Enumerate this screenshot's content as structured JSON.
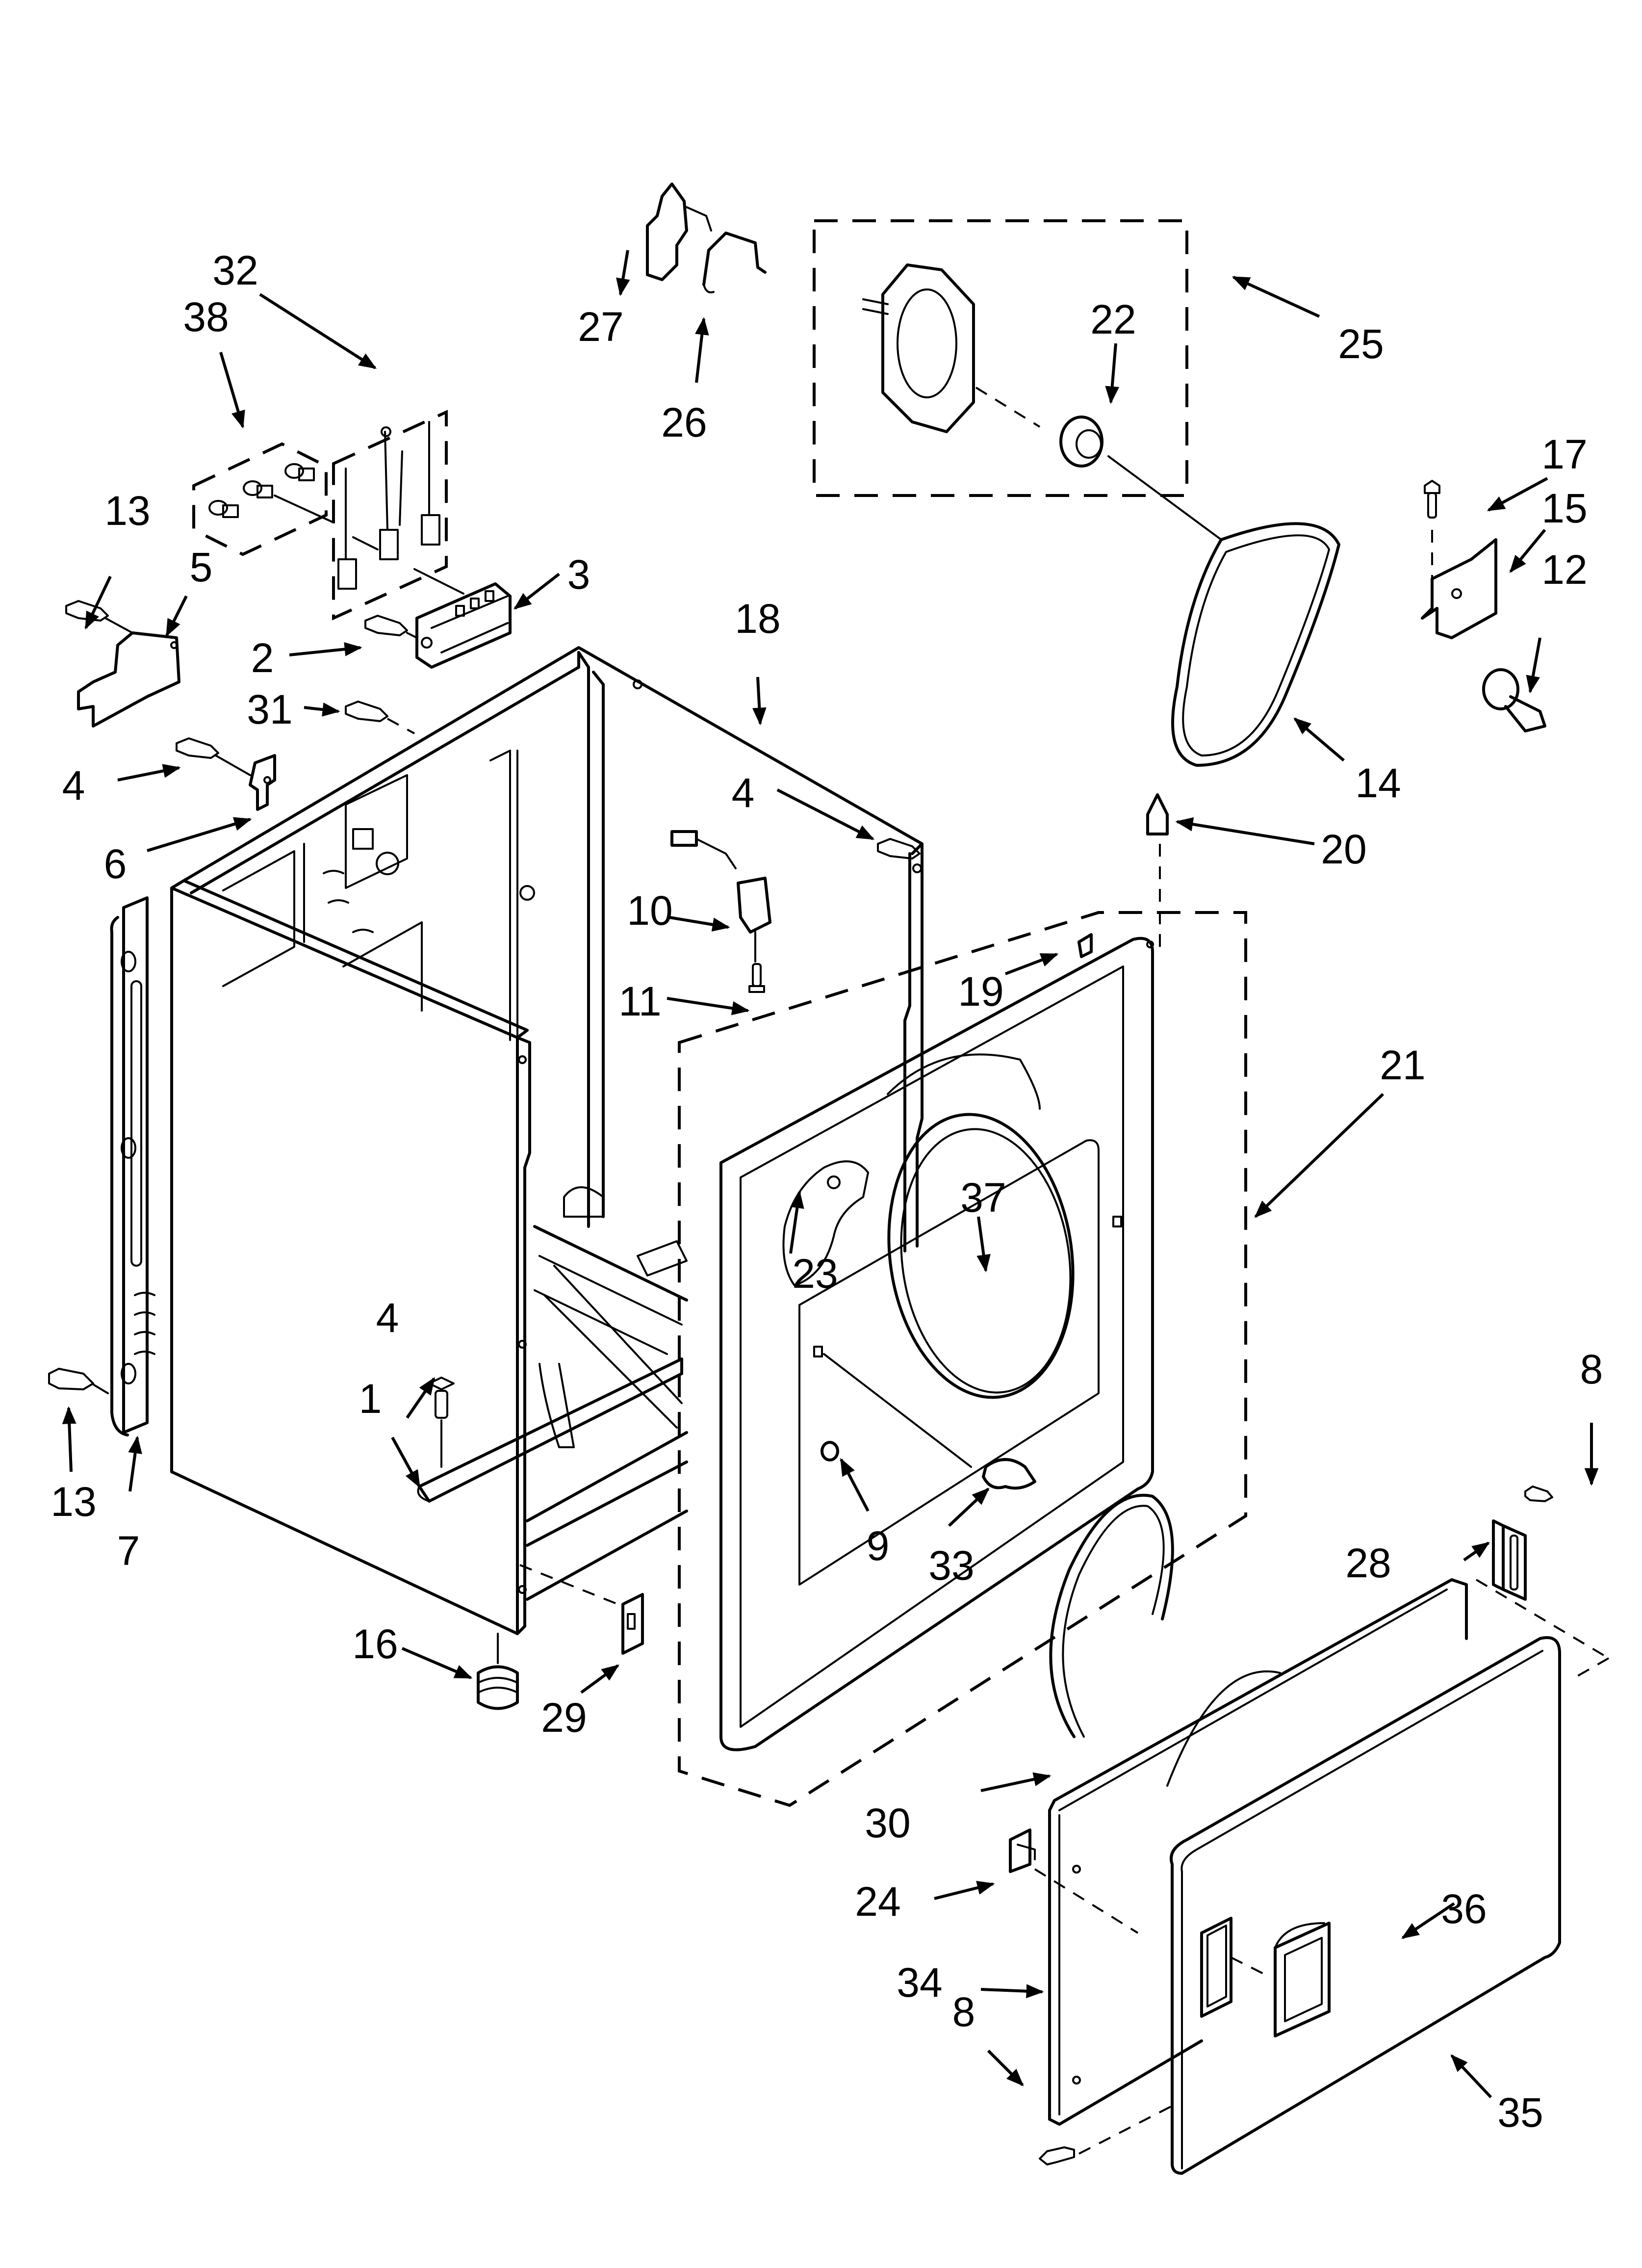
{
  "diagram": {
    "type": "exploded parts diagram",
    "subject": "Clothes dryer cabinet assembly",
    "callouts": [
      {
        "id": "c1",
        "label": "1"
      },
      {
        "id": "c2",
        "label": "2"
      },
      {
        "id": "c3",
        "label": "3"
      },
      {
        "id": "c4a",
        "label": "4"
      },
      {
        "id": "c4b",
        "label": "4"
      },
      {
        "id": "c4c",
        "label": "4"
      },
      {
        "id": "c5",
        "label": "5"
      },
      {
        "id": "c6",
        "label": "6"
      },
      {
        "id": "c7",
        "label": "7"
      },
      {
        "id": "c8a",
        "label": "8"
      },
      {
        "id": "c8b",
        "label": "8"
      },
      {
        "id": "c9",
        "label": "9"
      },
      {
        "id": "c10",
        "label": "10"
      },
      {
        "id": "c11",
        "label": "11"
      },
      {
        "id": "c12",
        "label": "12"
      },
      {
        "id": "c13a",
        "label": "13"
      },
      {
        "id": "c13b",
        "label": "13"
      },
      {
        "id": "c14",
        "label": "14"
      },
      {
        "id": "c15",
        "label": "15"
      },
      {
        "id": "c16",
        "label": "16"
      },
      {
        "id": "c17",
        "label": "17"
      },
      {
        "id": "c18",
        "label": "18"
      },
      {
        "id": "c19",
        "label": "19"
      },
      {
        "id": "c20",
        "label": "20"
      },
      {
        "id": "c21",
        "label": "21"
      },
      {
        "id": "c22",
        "label": "22"
      },
      {
        "id": "c23",
        "label": "23"
      },
      {
        "id": "c24",
        "label": "24"
      },
      {
        "id": "c25",
        "label": "25"
      },
      {
        "id": "c26",
        "label": "26"
      },
      {
        "id": "c27",
        "label": "27"
      },
      {
        "id": "c28",
        "label": "28"
      },
      {
        "id": "c29",
        "label": "29"
      },
      {
        "id": "c30",
        "label": "30"
      },
      {
        "id": "c31",
        "label": "31"
      },
      {
        "id": "c32",
        "label": "32"
      },
      {
        "id": "c33",
        "label": "33"
      },
      {
        "id": "c34",
        "label": "34"
      },
      {
        "id": "c35",
        "label": "35"
      },
      {
        "id": "c36",
        "label": "36"
      },
      {
        "id": "c37",
        "label": "37"
      },
      {
        "id": "c38",
        "label": "38"
      }
    ]
  }
}
